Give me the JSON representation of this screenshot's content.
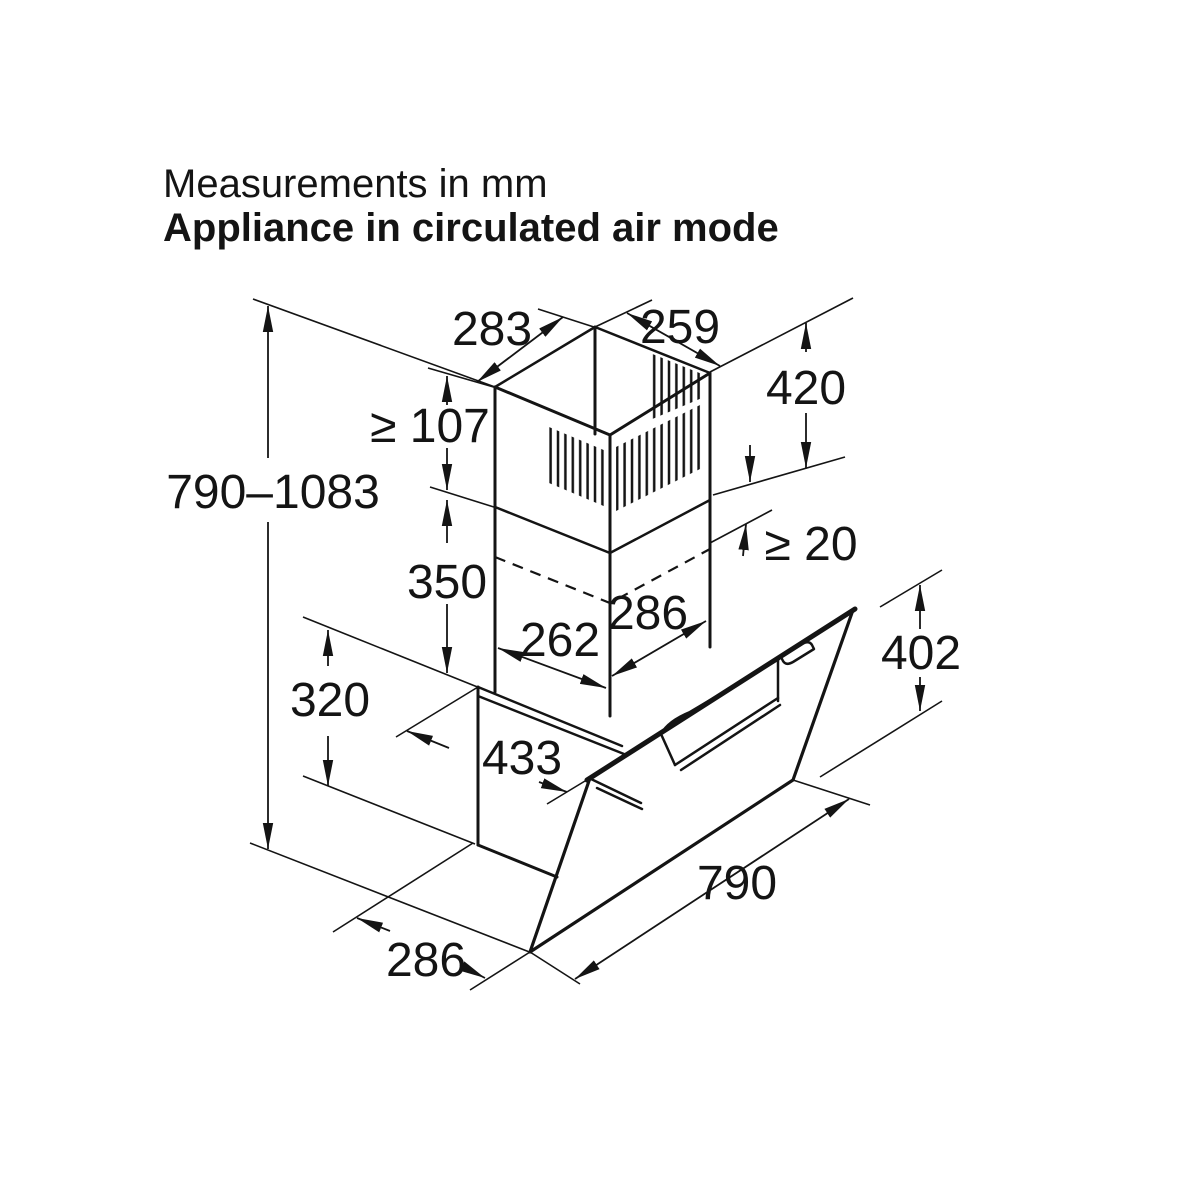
{
  "title": {
    "line1": "Measurements in mm",
    "line2": "Appliance in circulated air mode"
  },
  "unit": "mm",
  "colors": {
    "line": "#141414",
    "background": "#ffffff"
  },
  "diagram_type": "isometric dimensional drawing of wall-mounted cooker hood (circulated air mode)",
  "dimensions": {
    "overall_height": "790–1083",
    "chimney_top_depth": "283",
    "chimney_top_width": "259",
    "upper_chimney_height": "420",
    "min_visible_upper_chimney": "≥ 107",
    "lower_chimney_height": "350",
    "min_overlap": "≥ 20",
    "chimney_lower_width": "286",
    "chimney_lower_depth": "262",
    "body_height": "320",
    "body_depth_top": "433",
    "glass_panel_height": "402",
    "glass_panel_width": "790",
    "body_depth_bottom": "286"
  }
}
